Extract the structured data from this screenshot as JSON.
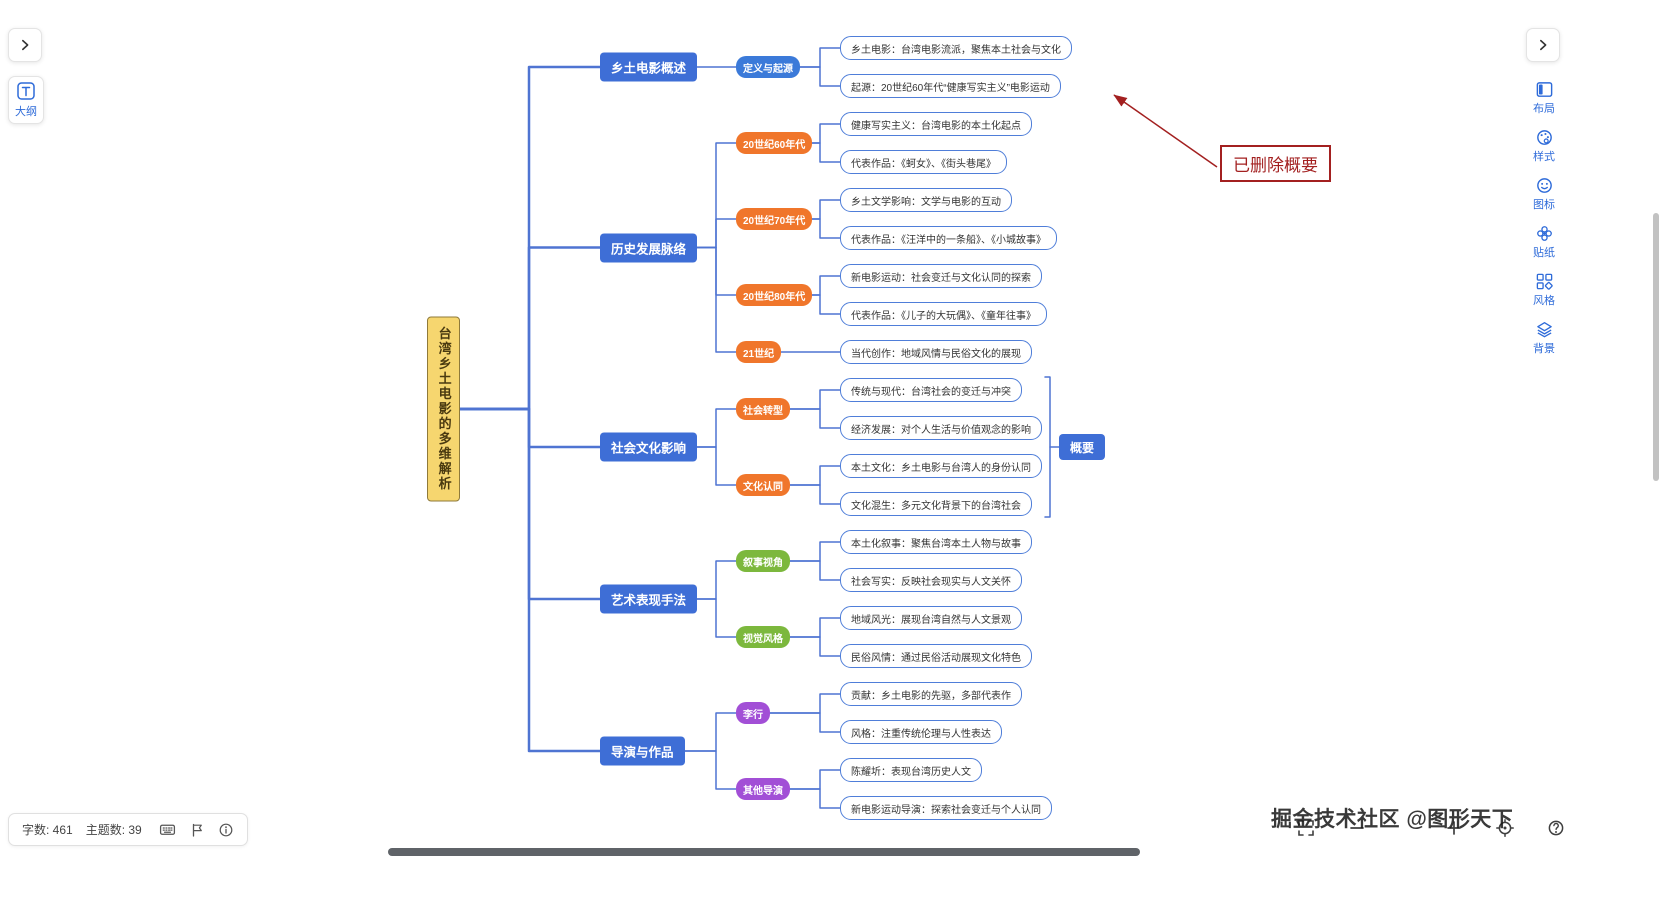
{
  "colors": {
    "accent_blue": "#2e6bd9",
    "annotation_red": "#a32020",
    "scrollbar_dark": "#5f6368",
    "scrollbar_light": "#c2c2c2"
  },
  "left_panel": {
    "outline_label": "大纲",
    "icons": [
      "chevron-right-icon",
      "outline-text-icon"
    ]
  },
  "right_panel": {
    "icons": [
      "chevron-right-icon"
    ],
    "items": [
      {
        "label": "布局",
        "icon": "layout-icon"
      },
      {
        "label": "样式",
        "icon": "palette-icon"
      },
      {
        "label": "图标",
        "icon": "emoji-icon"
      },
      {
        "label": "贴纸",
        "icon": "sticker-icon"
      },
      {
        "label": "风格",
        "icon": "style-grid-icon"
      },
      {
        "label": "背景",
        "icon": "background-layers-icon"
      }
    ]
  },
  "status_bar": {
    "word_count": "字数: 461",
    "topic_count": "主题数: 39",
    "icons": [
      "keyboard-icon",
      "flag-icon",
      "info-icon"
    ]
  },
  "bottom_toolbar": {
    "icons": [
      "fit-screen-icon",
      "zoom-out-icon",
      "zoom-in-icon",
      "locate-icon",
      "help-icon"
    ]
  },
  "annotation": {
    "label": "已删除概要"
  },
  "watermark": {
    "text": "掘金技术社区 @图形天下"
  },
  "mindmap": {
    "colors": {
      "branch": "#3e6ed6",
      "line": "#4f74d2",
      "leaf_border": "#4f7ed9",
      "root_bg": "#f6d66f",
      "root_border": "#8f7a3a",
      "subtopic_palette": {
        "blue": "#3b7ad9",
        "orange": "#f0762b",
        "green": "#7cb83d",
        "purple": "#a24fd6"
      }
    },
    "root": "台湾乡土电影的多维解析",
    "branches": [
      {
        "label": "乡土电影概述",
        "children": [
          {
            "label": "定义与起源",
            "color": "blue",
            "leaves": [
              "乡土电影：台湾电影流派，聚焦本土社会与文化",
              "起源：20世纪60年代“健康写实主义”电影运动"
            ]
          }
        ]
      },
      {
        "label": "历史发展脉络",
        "children": [
          {
            "label": "20世纪60年代",
            "color": "orange",
            "leaves": [
              "健康写实主义：台湾电影的本土化起点",
              "代表作品：《蚵女》、《街头巷尾》"
            ]
          },
          {
            "label": "20世纪70年代",
            "color": "orange",
            "leaves": [
              "乡土文学影响：文学与电影的互动",
              "代表作品：《汪洋中的一条船》、《小城故事》"
            ]
          },
          {
            "label": "20世纪80年代",
            "color": "orange",
            "leaves": [
              "新电影运动：社会变迁与文化认同的探索",
              "代表作品：《儿子的大玩偶》、《童年往事》"
            ]
          },
          {
            "label": "21世纪",
            "color": "orange",
            "leaves": [
              "当代创作：地域风情与民俗文化的展现"
            ]
          }
        ]
      },
      {
        "label": "社会文化影响",
        "children": [
          {
            "label": "社会转型",
            "color": "orange",
            "leaves": [
              "传统与现代：台湾社会的变迁与冲突",
              "经济发展：对个人生活与价值观念的影响"
            ]
          },
          {
            "label": "文化认同",
            "color": "orange",
            "leaves": [
              "本土文化：乡土电影与台湾人的身份认同",
              "文化混生：多元文化背景下的台湾社会"
            ]
          }
        ]
      },
      {
        "label": "艺术表现手法",
        "children": [
          {
            "label": "叙事视角",
            "color": "green",
            "leaves": [
              "本土化叙事：聚焦台湾本土人物与故事",
              "社会写实：反映社会现实与人文关怀"
            ]
          },
          {
            "label": "视觉风格",
            "color": "green",
            "leaves": [
              "地域风光：展现台湾自然与人文景观",
              "民俗风情：通过民俗活动展现文化特色"
            ]
          }
        ]
      },
      {
        "label": "导演与作品",
        "children": [
          {
            "label": "李行",
            "color": "purple",
            "leaves": [
              "贡献：乡土电影的先驱，多部代表作",
              "风格：注重传统伦理与人性表达"
            ]
          },
          {
            "label": "其他导演",
            "color": "purple",
            "leaves": [
              "陈耀圻：表现台湾历史人文",
              "新电影运动导演：探索社会变迁与个人认同"
            ]
          }
        ]
      }
    ],
    "summary": {
      "label": "概要",
      "branch_index": 2
    }
  }
}
